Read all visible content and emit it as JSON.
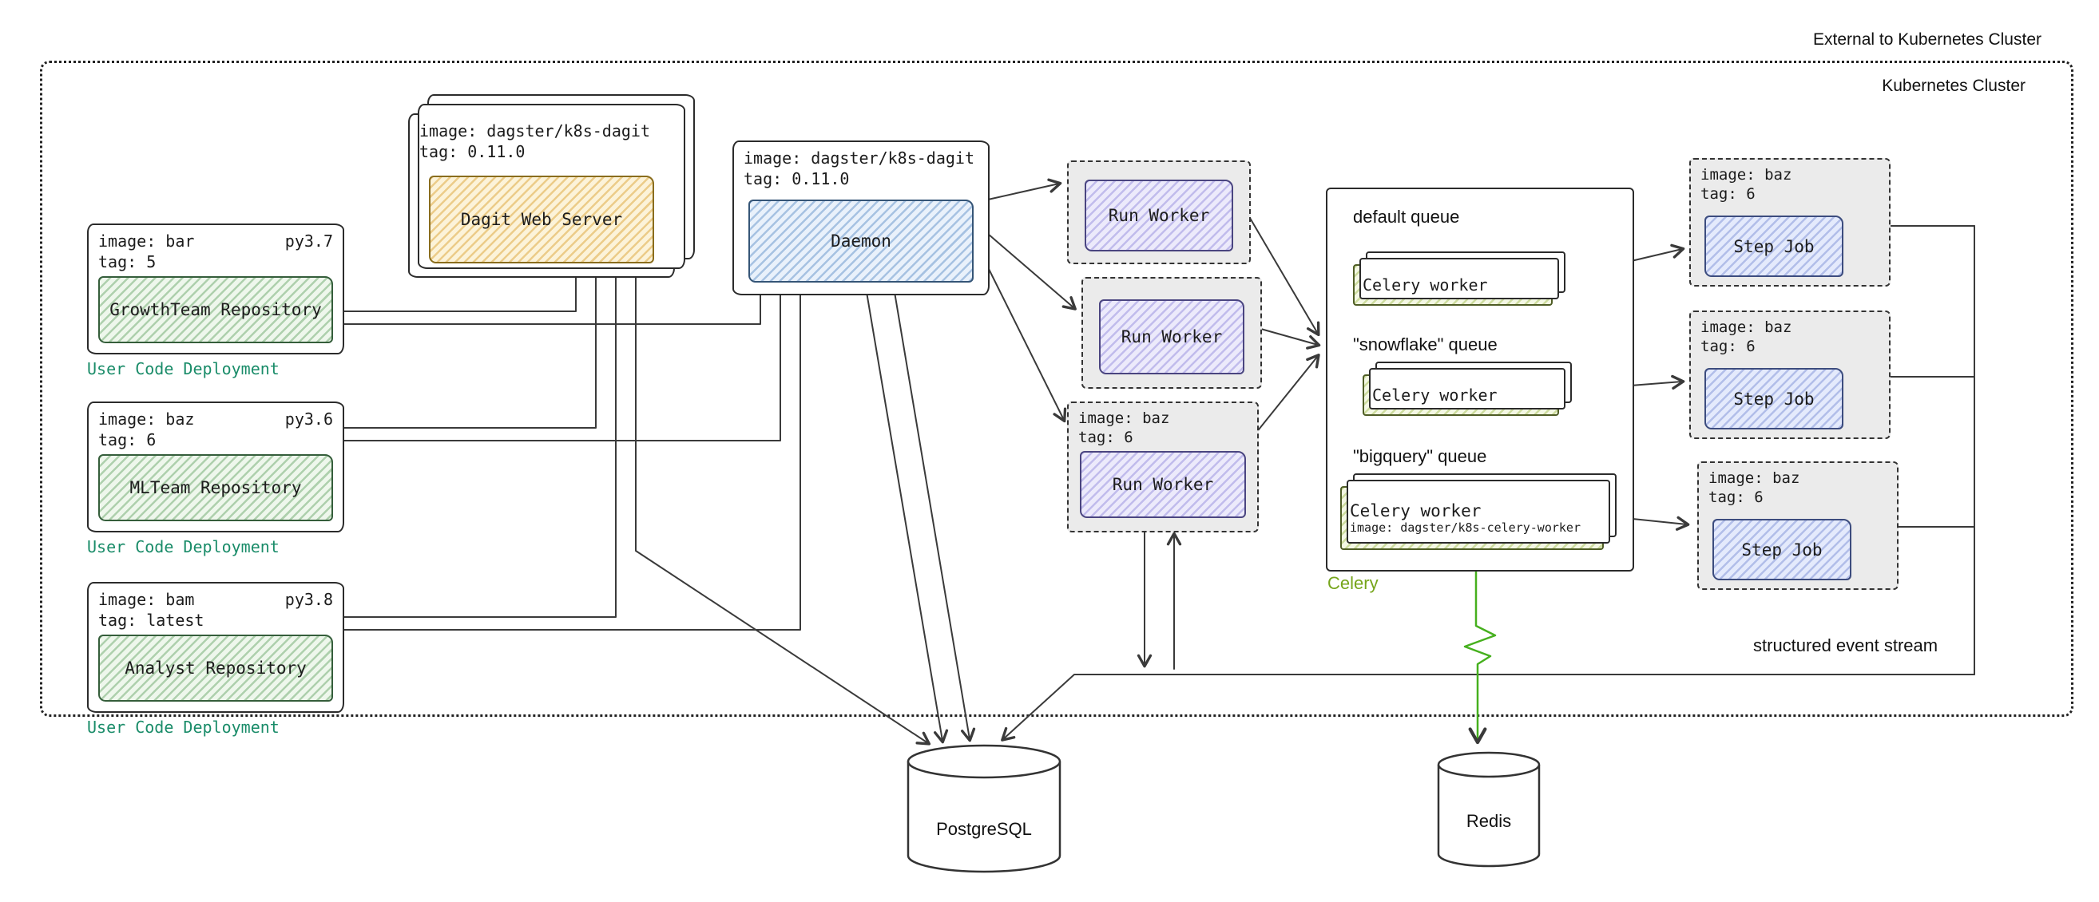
{
  "cluster": {
    "external_label": "External to Kubernetes Cluster",
    "label": "Kubernetes Cluster"
  },
  "event_stream_label": "structured event stream",
  "user_code_deployments": [
    {
      "image": "image: bar",
      "py": "py3.7",
      "tag": "tag: 5",
      "repo": "GrowthTeam Repository",
      "caption": "User Code Deployment"
    },
    {
      "image": "image: baz",
      "py": "py3.6",
      "tag": "tag: 6",
      "repo": "MLTeam Repository",
      "caption": "User Code Deployment"
    },
    {
      "image": "image: bam",
      "py": "py3.8",
      "tag": "tag: latest",
      "repo": "Analyst Repository",
      "caption": "User Code Deployment"
    }
  ],
  "dagit": {
    "image": "image: dagster/k8s-dagit",
    "tag": "tag: 0.11.0",
    "label": "Dagit Web Server"
  },
  "daemon": {
    "image": "image: dagster/k8s-dagit",
    "tag": "tag: 0.11.0",
    "label": "Daemon"
  },
  "run_workers": [
    {
      "label": "Run Worker"
    },
    {
      "label": "Run Worker"
    },
    {
      "label": "Run Worker",
      "image": "image: baz",
      "tag": "tag: 6"
    }
  ],
  "celery": {
    "caption": "Celery",
    "queues": [
      {
        "name": "default queue",
        "worker_label": "Celery worker"
      },
      {
        "name": "\"snowflake\" queue",
        "worker_label": "Celery worker"
      },
      {
        "name": "\"bigquery\" queue",
        "worker_label": "Celery worker",
        "worker_image": "image: dagster/k8s-celery-worker"
      }
    ]
  },
  "step_jobs": [
    {
      "image": "image: baz",
      "tag": "tag: 6",
      "label": "Step Job"
    },
    {
      "image": "image: baz",
      "tag": "tag: 6",
      "label": "Step Job"
    },
    {
      "image": "image: baz",
      "tag": "tag: 6",
      "label": "Step Job"
    }
  ],
  "databases": {
    "postgresql": "PostgreSQL",
    "redis": "Redis"
  },
  "colors": {
    "user_code_caption": "#1a8c69",
    "celery_caption": "#76a51b",
    "redis_line": "#46b01e",
    "repo_fill": "#eef7ec",
    "dagit_fill": "#fcf3d9",
    "daemon_fill": "#e9f1fb",
    "run_worker_fill": "#eceafb",
    "step_job_fill": "#e4eafc",
    "celery_worker_fill": "#f4f8e4",
    "dashed_container_fill": "#ebebeb"
  }
}
